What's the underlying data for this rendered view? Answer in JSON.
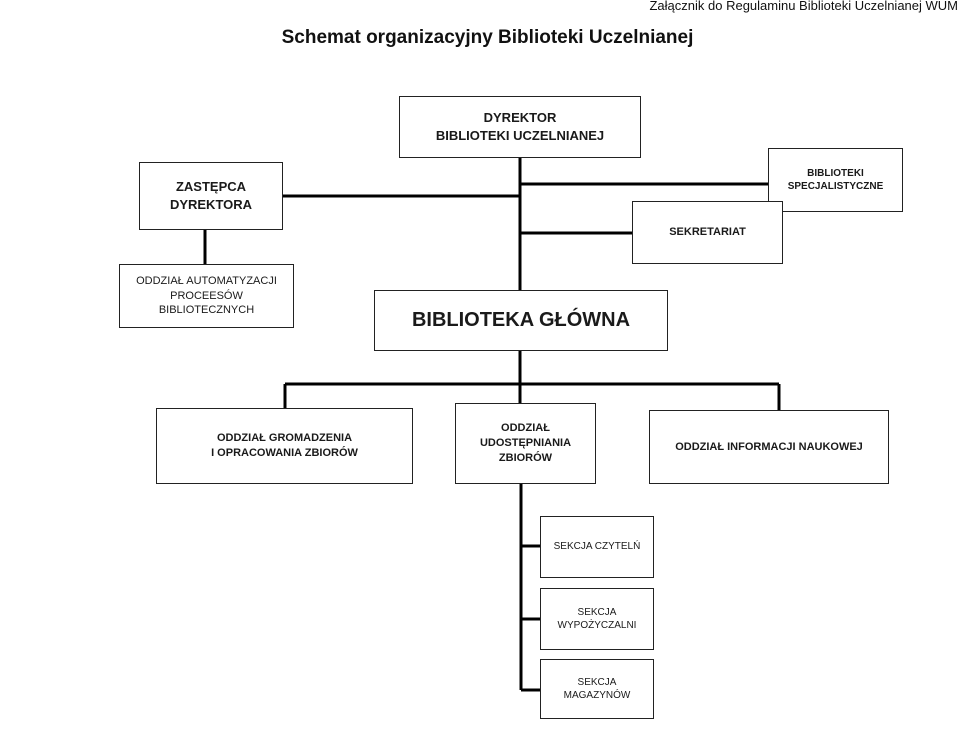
{
  "header": {
    "annex": "Załącznik do Regulaminu Biblioteki Uczelnianej WUM",
    "title": "Schemat organizacyjny  Biblioteki Uczelnianej"
  },
  "nodes": {
    "director": {
      "line1": "DYREKTOR",
      "line2": "BIBLIOTEKI UCZELNIANEJ"
    },
    "deputy": {
      "line1": "ZASTĘPCA",
      "line2": "DYREKTORA"
    },
    "specialist": {
      "line1": "BIBLIOTEKI",
      "line2": "SPECJALISTYCZNE"
    },
    "secretariat": {
      "line1": "SEKRETARIAT"
    },
    "automation": {
      "line1": "ODDZIAŁ AUTOMATYZACJI",
      "line2": "PROCEESÓW",
      "line3": "BIBLIOTECZNYCH"
    },
    "main_library": {
      "line1": "BIBLIOTEKA GŁÓWNA"
    },
    "acquisition": {
      "line1": "ODDZIAŁ GROMADZENIA",
      "line2": "I OPRACOWANIA ZBIORÓW"
    },
    "access": {
      "line1": "ODDZIAŁ",
      "line2": "UDOSTĘPNIANIA",
      "line3": "ZBIORÓW"
    },
    "information": {
      "line1": "ODDZIAŁ INFORMACJI NAUKOWEJ"
    },
    "reading": {
      "line1": "SEKCJA CZYTELŃ"
    },
    "lending": {
      "line1": "SEKCJA",
      "line2": "WYPOŻYCZALNI"
    },
    "storage": {
      "line1": "SEKCJA",
      "line2": "MAGAZYNÓW"
    }
  },
  "style": {
    "line_color": "#000000",
    "box_border": "#222222"
  }
}
